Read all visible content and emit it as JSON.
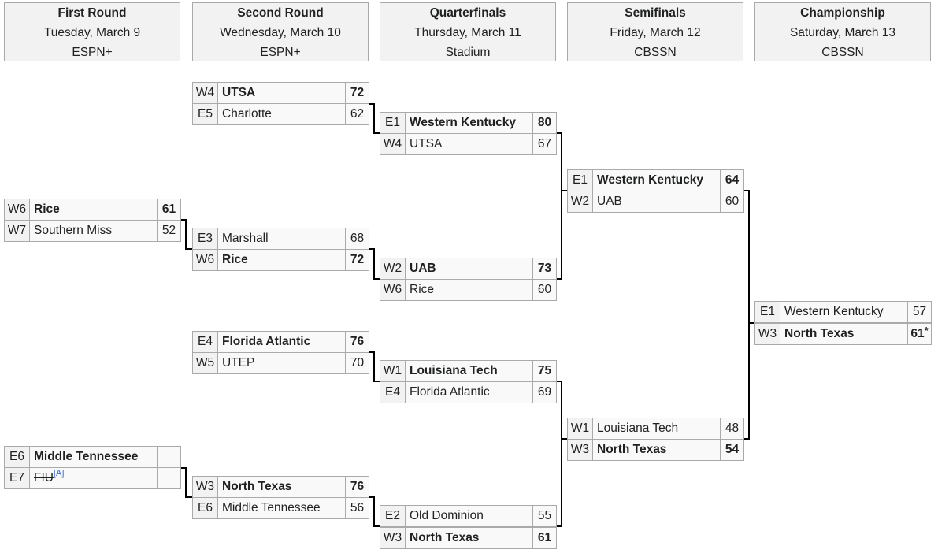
{
  "rounds": [
    {
      "title": "First Round",
      "date": "Tuesday, March 9",
      "network": "ESPN+"
    },
    {
      "title": "Second Round",
      "date": "Wednesday, March 10",
      "network": "ESPN+"
    },
    {
      "title": "Quarterfinals",
      "date": "Thursday, March 11",
      "network": "Stadium"
    },
    {
      "title": "Semifinals",
      "date": "Friday, March 12",
      "network": "CBSSN"
    },
    {
      "title": "Championship",
      "date": "Saturday, March 13",
      "network": "CBSSN"
    }
  ],
  "games": {
    "r1_g1": {
      "top": {
        "seed": "W6",
        "team": "Rice",
        "score": "61"
      },
      "bottom": {
        "seed": "W7",
        "team": "Southern Miss",
        "score": "52"
      }
    },
    "r1_g2": {
      "top": {
        "seed": "E6",
        "team": "Middle Tennessee",
        "score": ""
      },
      "bottom": {
        "seed": "E7",
        "team": "FIU",
        "score": "",
        "note": "[A]"
      }
    },
    "r2_g1": {
      "top": {
        "seed": "W4",
        "team": "UTSA",
        "score": "72"
      },
      "bottom": {
        "seed": "E5",
        "team": "Charlotte",
        "score": "62"
      }
    },
    "r2_g2": {
      "top": {
        "seed": "E3",
        "team": "Marshall",
        "score": "68"
      },
      "bottom": {
        "seed": "W6",
        "team": "Rice",
        "score": "72"
      }
    },
    "r2_g3": {
      "top": {
        "seed": "E4",
        "team": "Florida Atlantic",
        "score": "76"
      },
      "bottom": {
        "seed": "W5",
        "team": "UTEP",
        "score": "70"
      }
    },
    "r2_g4": {
      "top": {
        "seed": "W3",
        "team": "North Texas",
        "score": "76"
      },
      "bottom": {
        "seed": "E6",
        "team": "Middle Tennessee",
        "score": "56"
      }
    },
    "qf_g1": {
      "top": {
        "seed": "E1",
        "team": "Western Kentucky",
        "score": "80"
      },
      "bottom": {
        "seed": "W4",
        "team": "UTSA",
        "score": "67"
      }
    },
    "qf_g2": {
      "top": {
        "seed": "W2",
        "team": "UAB",
        "score": "73"
      },
      "bottom": {
        "seed": "W6",
        "team": "Rice",
        "score": "60"
      }
    },
    "qf_g3": {
      "top": {
        "seed": "W1",
        "team": "Louisiana Tech",
        "score": "75"
      },
      "bottom": {
        "seed": "E4",
        "team": "Florida Atlantic",
        "score": "69"
      }
    },
    "qf_g4": {
      "top": {
        "seed": "E2",
        "team": "Old Dominion",
        "score": "55"
      },
      "bottom": {
        "seed": "W3",
        "team": "North Texas",
        "score": "61"
      }
    },
    "sf_g1": {
      "top": {
        "seed": "E1",
        "team": "Western Kentucky",
        "score": "64"
      },
      "bottom": {
        "seed": "W2",
        "team": "UAB",
        "score": "60"
      }
    },
    "sf_g2": {
      "top": {
        "seed": "W1",
        "team": "Louisiana Tech",
        "score": "48"
      },
      "bottom": {
        "seed": "W3",
        "team": "North Texas",
        "score": "54"
      }
    },
    "final": {
      "top": {
        "seed": "E1",
        "team": "Western Kentucky",
        "score": "57"
      },
      "bottom": {
        "seed": "W3",
        "team": "North Texas",
        "score": "61",
        "mark": "*"
      }
    }
  }
}
